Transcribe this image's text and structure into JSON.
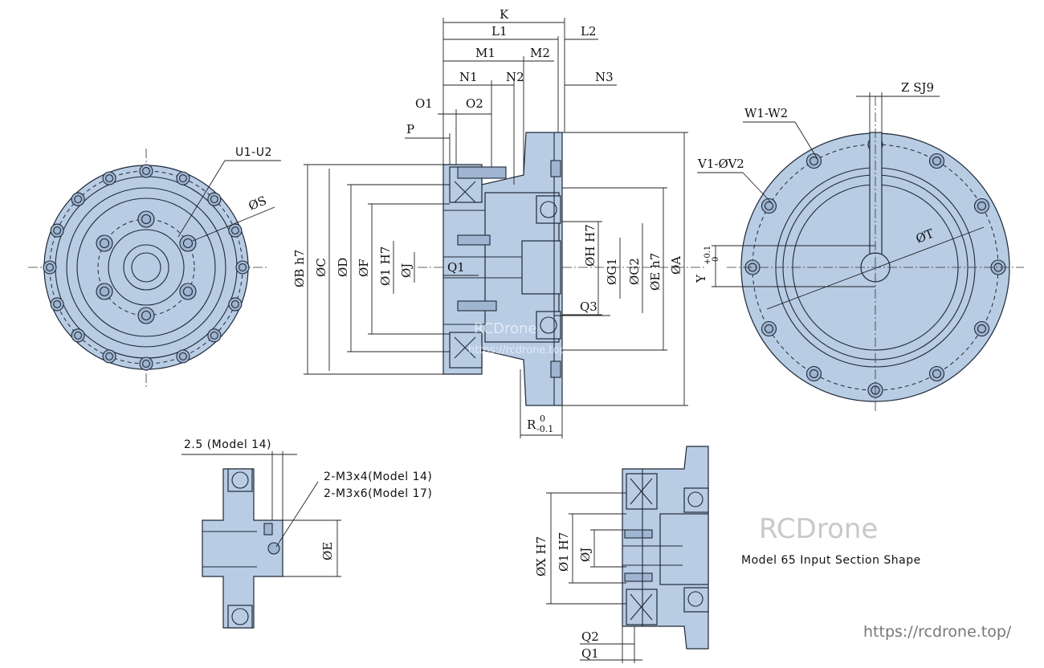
{
  "dims": {
    "K": "K",
    "L1": "L1",
    "L2": "L2",
    "M1": "M1",
    "M2": "M2",
    "N1": "N1",
    "N2": "N2",
    "N3": "N3",
    "O1": "O1",
    "O2": "O2",
    "P": "P",
    "U1U2": "U1-U2",
    "S": "ØS",
    "B": "ØB h7",
    "C": "ØC",
    "D": "ØD",
    "F": "ØF",
    "I": "Ø1 H7",
    "J": "ØJ",
    "Q1": "Q1",
    "H": "ØH H7",
    "G1": "ØG1",
    "G2": "ØG2",
    "E": "ØE h7",
    "A": "ØA",
    "Q3": "Q3",
    "R": "R",
    "R_tol_top": "0",
    "R_tol_bot": "-0.1",
    "Y": "Y",
    "Y_tol_top": "+0.1",
    "Y_tol_bot": "0",
    "Z": "Z SJ9",
    "W1W2": "W1-W2",
    "V1V2": "V1-ØV2",
    "T": "ØT",
    "model14_offset": "2.5 (Model 14)",
    "screw14": "2-M3x4(Model 14)",
    "screw17": "2-M3x6(Model 17)",
    "E_small": "ØE",
    "X": "ØX H7",
    "I2": "Ø1 H7",
    "J2": "ØJ",
    "Q2": "Q2",
    "Q1b": "Q1"
  },
  "brand": {
    "logo_text": "RCDrone",
    "caption": "Model 65 Input Section Shape",
    "watermark_1": "RCDrone",
    "watermark_2": "https://rcdrone.top/",
    "url": "https://rcdrone.top/"
  },
  "colors": {
    "part_fill": "#b8cce4",
    "outline": "#1f2937"
  }
}
